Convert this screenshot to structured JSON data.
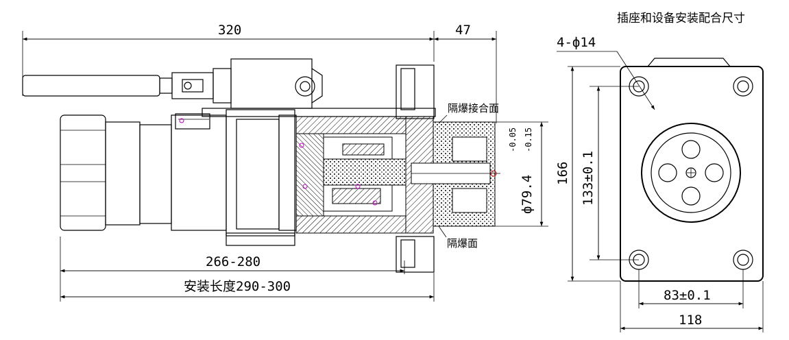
{
  "side_view": {
    "dim_total": "320",
    "dim_socket": "47",
    "dim_plug": "266-280",
    "dim_install": "安装长度290-300",
    "label_joint_face": "隔爆接合面",
    "label_face": "隔爆面",
    "dim_diameter": "ф79.4",
    "dim_tol_upper": "-0.05",
    "dim_tol_lower": "-0.15",
    "dim_height": "166"
  },
  "front_view": {
    "title": "插座和设备安装配合尺寸",
    "dim_holes": "4-ф14",
    "dim_hole_pitch_v": "133±0.1",
    "dim_hole_pitch_h": "83±0.1",
    "dim_width": "118"
  }
}
